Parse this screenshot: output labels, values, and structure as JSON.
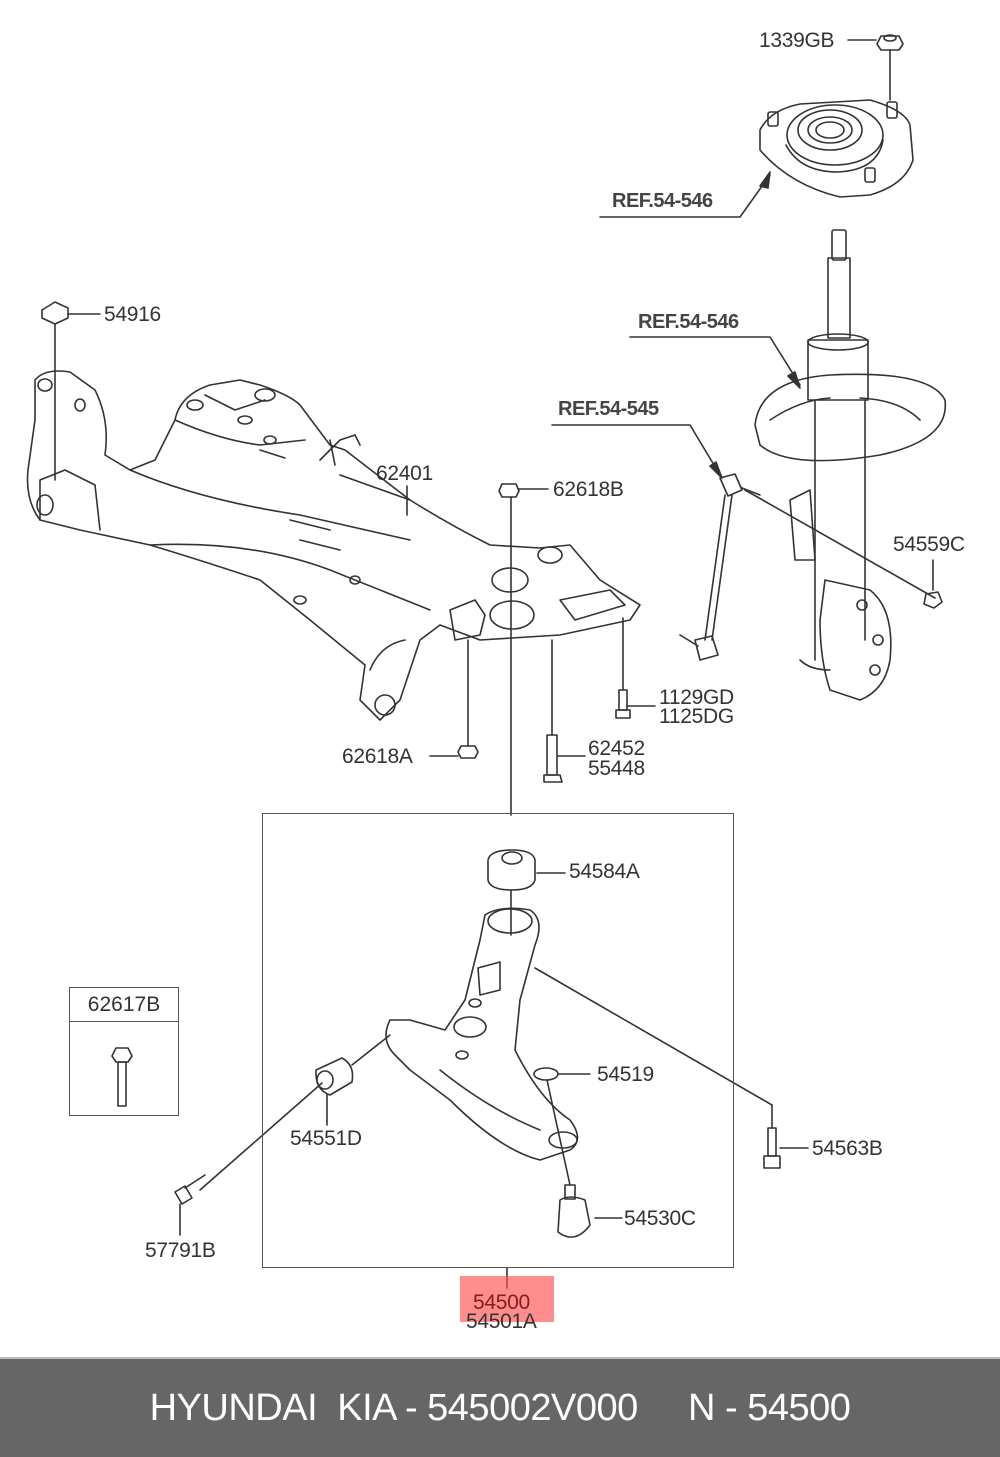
{
  "diagram": {
    "title": "Front suspension crossmember and lower control arm exploded view",
    "parts": {
      "p1339GB": "1339GB",
      "ref_54546_top": "REF.54-546",
      "ref_54546_mid": "REF.54-546",
      "ref_54545": "REF.54-545",
      "p54916": "54916",
      "p62401": "62401",
      "p62618B": "62618B",
      "p54559C": "54559C",
      "p1129GD": "1129GD",
      "p1125DG": "1125DG",
      "p62618A": "62618A",
      "p62452": "62452",
      "p55448": "55448",
      "p54584A": "54584A",
      "p62617B": "62617B",
      "p54519": "54519",
      "p54551D": "54551D",
      "p54563B": "54563B",
      "p54530C": "54530C",
      "p57791B": "57791B",
      "p54500": "54500",
      "p54501A": "54501A"
    },
    "highlighted_part": "54500",
    "highlight_color": "#ff5050"
  },
  "footer": {
    "text": "HYUNDAI  KIA - 545002V000     N - 54500",
    "background": "#666666"
  }
}
